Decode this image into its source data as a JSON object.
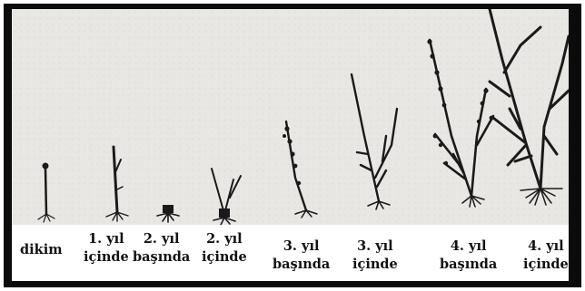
{
  "stages": [
    {
      "id": "dikim",
      "lines": [
        "dikim"
      ]
    },
    {
      "id": "y1-icinde",
      "lines": [
        "1. yıl",
        "içinde"
      ]
    },
    {
      "id": "y2-basinda",
      "lines": [
        "2. yıl",
        "başında"
      ]
    },
    {
      "id": "y2-icinde",
      "lines": [
        "2. yıl",
        "içinde"
      ]
    },
    {
      "id": "y3-basinda",
      "lines": [
        "3. yıl",
        "başında"
      ]
    },
    {
      "id": "y3-icinde",
      "lines": [
        "3. yıl",
        "içinde"
      ]
    },
    {
      "id": "y4-basinda",
      "lines": [
        "4. yıl",
        "başında"
      ]
    },
    {
      "id": "y4-icinde",
      "lines": [
        "4. yıl",
        "içinde"
      ]
    }
  ],
  "colors": {
    "frame": "#0b0b0b",
    "panel": "#e9e7e4",
    "plant": "#1a1a1a",
    "text": "#111111"
  }
}
